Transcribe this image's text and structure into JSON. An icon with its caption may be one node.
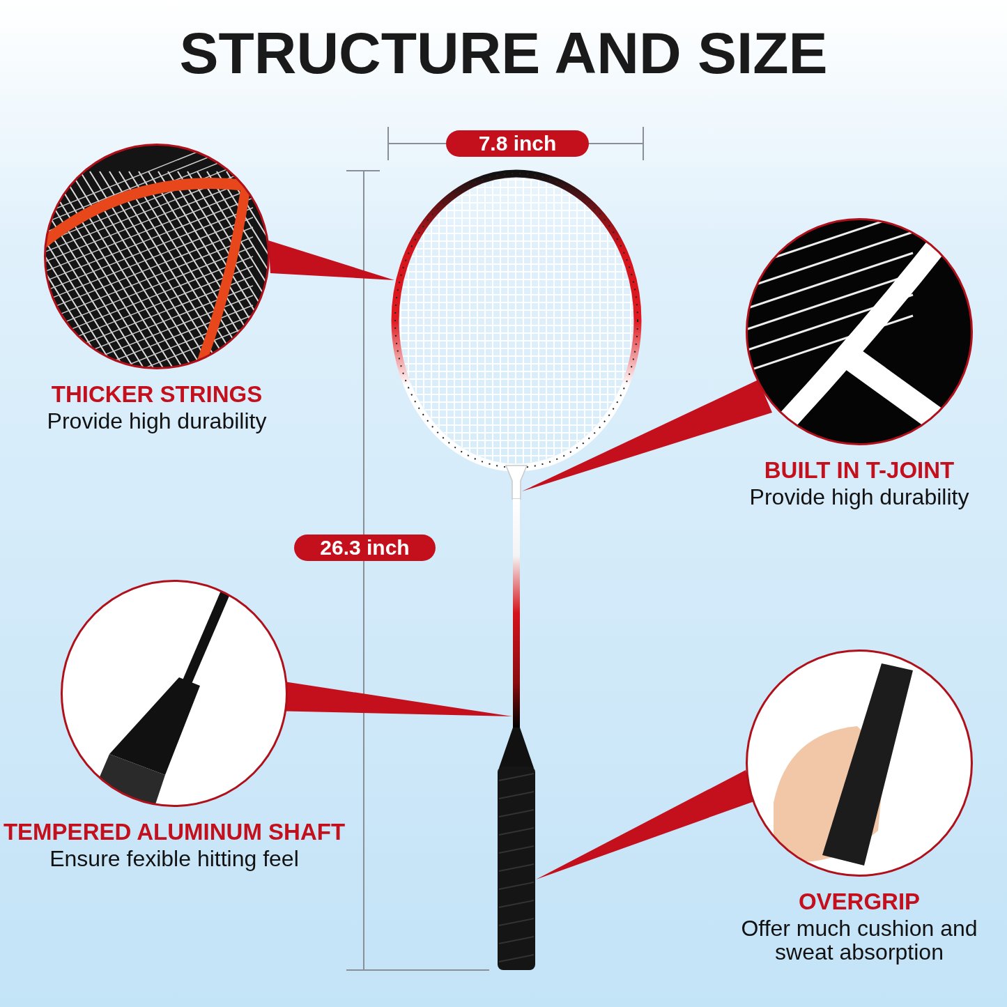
{
  "diagram": {
    "title": "STRUCTURE AND SIZE",
    "nodes": [
      {
        "text": [],
        "shape": "picture"
      },
      {
        "text": [],
        "shape": "picture"
      },
      {
        "text": [],
        "shape": "picture"
      },
      {
        "text": [],
        "shape": "picture"
      },
      {
        "text": [
          "THICKER STRINGS",
          "Provide high durability"
        ]
      },
      {
        "text": [
          "BUILT IN T-JOINT",
          "Provide high durability"
        ]
      },
      {
        "text": [
          "TEMPERED ALUMINUM SHAFT",
          "Ensure fexible hitting feel"
        ]
      },
      {
        "text": [
          "OVERGRIP",
          "Offer much cushion and sweat absorption"
        ]
      }
    ],
    "edges": [
      {
        "from": 4,
        "to": 0,
        "arrow": "none"
      },
      {
        "from": 5,
        "to": 1,
        "arrow": "none"
      },
      {
        "from": 6,
        "to": 2,
        "arrow": "none"
      },
      {
        "from": 7,
        "to": 3,
        "arrow": "none"
      }
    ],
    "labels": [
      "7.8 inch",
      "26.3 inch"
    ]
  }
}
